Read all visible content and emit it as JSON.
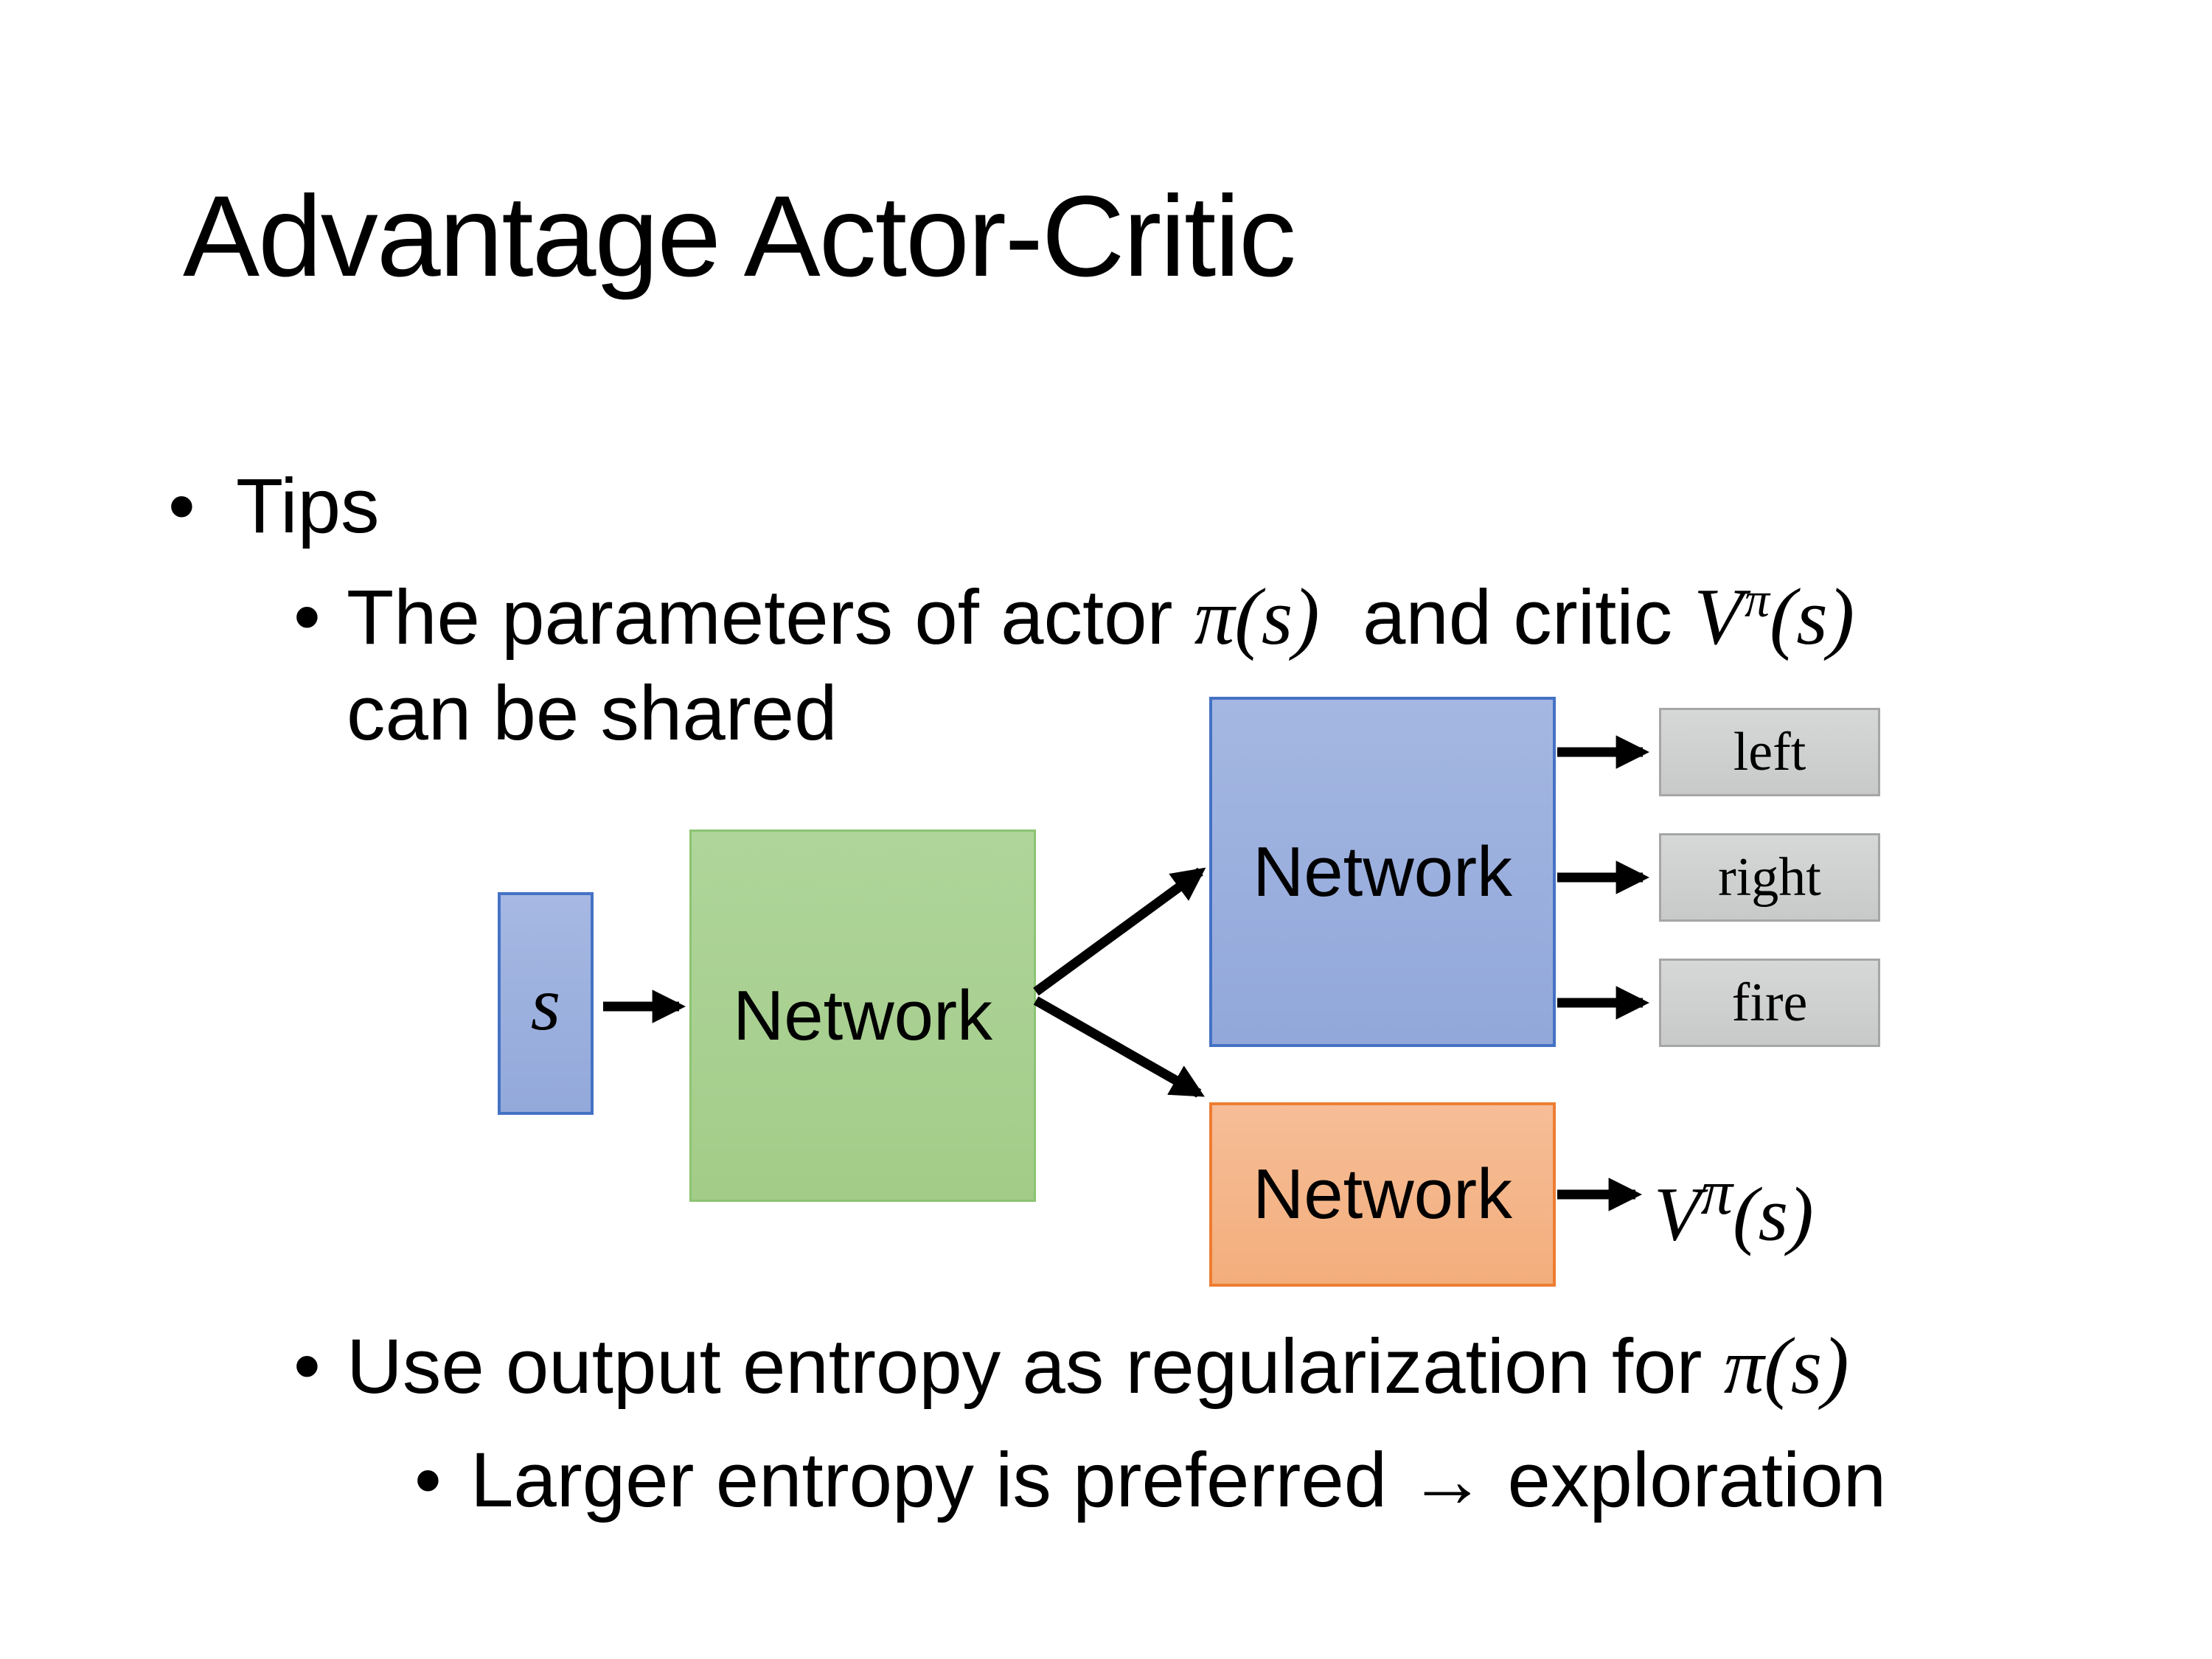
{
  "slide": {
    "title": "Advantage Actor-Critic",
    "bullet_char": "•"
  },
  "bullets": {
    "tips": "Tips",
    "shared": {
      "prefix": "The parameters of actor ",
      "actor_math": "π(s)",
      "mid": "  and critic ",
      "critic_base": "V",
      "critic_sup": "π",
      "critic_args": "(s)",
      "line2": "can be shared"
    },
    "entropy": {
      "prefix": "Use output entropy as regularization for ",
      "pi_math": "π(s)"
    },
    "exploration": "Larger entropy is preferred → exploration"
  },
  "diagram": {
    "state_label": "s",
    "shared_network_label": "Network",
    "actor_network_label": "Network",
    "critic_network_label": "Network",
    "actions": [
      "left",
      "right",
      "fire"
    ],
    "value_output": {
      "base": "V",
      "sup": "π",
      "args": "(s)"
    },
    "colors": {
      "state_fill": "#9FB3DF",
      "state_border": "#4472C4",
      "shared_fill": "#A9D18E",
      "shared_border": "#8CC472",
      "actor_fill": "#9FB3DF",
      "actor_border": "#4472C4",
      "critic_fill": "#F4B183",
      "critic_border": "#ED7D31",
      "action_fill": "#D0D2D2",
      "action_border": "#A6A6A6",
      "arrow": "#000000",
      "text": "#000000",
      "background": "#FFFFFF"
    }
  }
}
